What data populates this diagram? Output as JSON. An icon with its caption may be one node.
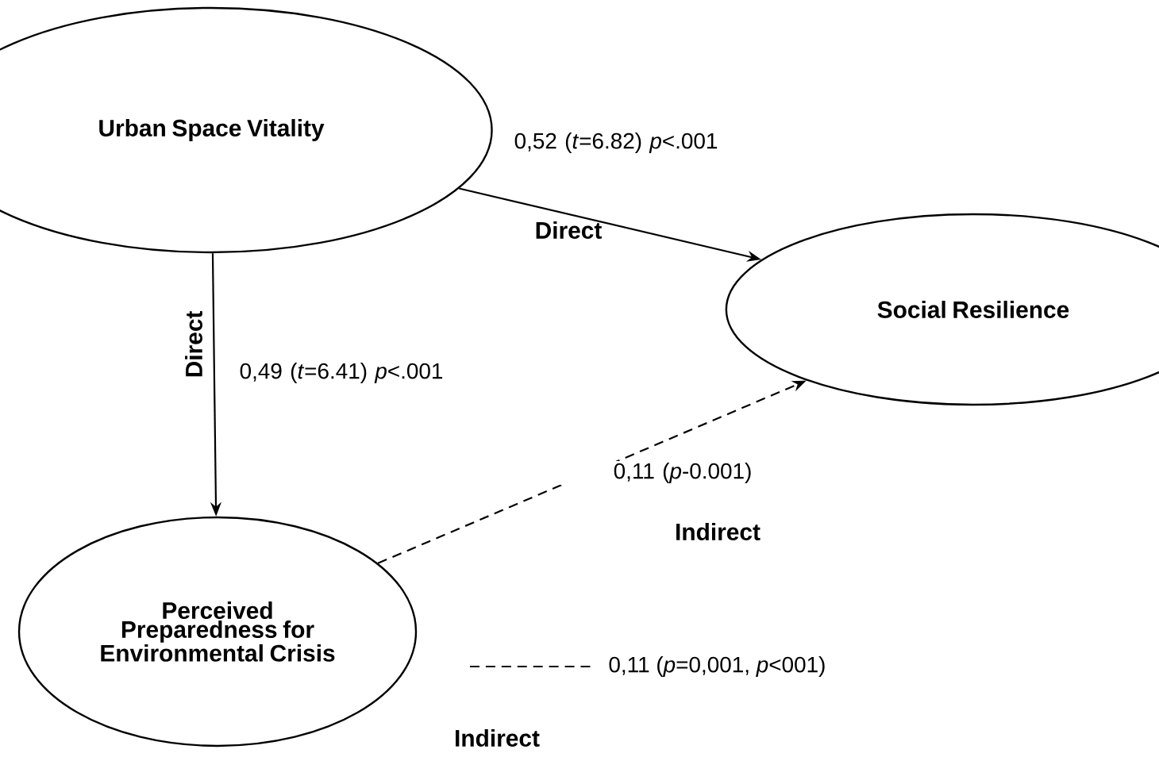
{
  "diagram": {
    "nodes": [
      {
        "text": [
          "Urban Space Vitality"
        ]
      },
      {
        "text": [
          "Social Resilience"
        ]
      },
      {
        "text": [
          "Perceived Preparedness for Environmental Crisis"
        ]
      }
    ],
    "edges": [
      {
        "from": 0,
        "to": 1,
        "arrow": "to",
        "label": "0,52 (*t*=6.82) *p*<.001"
      },
      {
        "from": 0,
        "to": 2,
        "arrow": "to",
        "label": "0,49 (*t*=6.41) *p*<.001"
      },
      {
        "from": 2,
        "to": 1,
        "arrow": "to",
        "style": "dashed",
        "label": "0,11 (*p*-0.001)"
      }
    ],
    "labels": [
      "Direct",
      "Direct",
      "Indirect",
      "Indirect"
    ],
    "legend": [
      {
        "text": "0,11 (*p*=0,001, *p*<001)"
      }
    ]
  }
}
